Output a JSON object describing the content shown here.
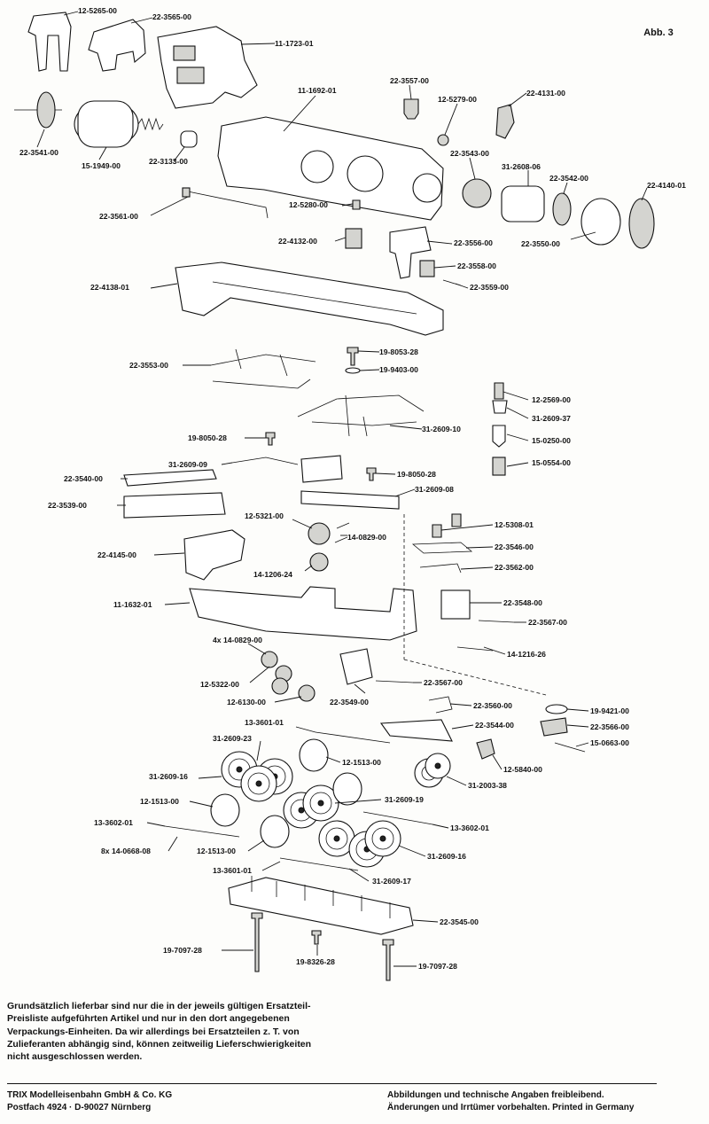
{
  "figure_label": "Abb. 3",
  "parts": [
    {
      "id": "p1",
      "label": "12-5265-00"
    },
    {
      "id": "p2",
      "label": "22-3565-00"
    },
    {
      "id": "p3",
      "label": "11-1723-01"
    },
    {
      "id": "p4",
      "label": "11-1692-01"
    },
    {
      "id": "p5",
      "label": "22-3557-00"
    },
    {
      "id": "p6",
      "label": "12-5279-00"
    },
    {
      "id": "p7",
      "label": "22-4131-00"
    },
    {
      "id": "p8",
      "label": "22-3541-00"
    },
    {
      "id": "p9",
      "label": "15-1949-00"
    },
    {
      "id": "p10",
      "label": "22-3133-00"
    },
    {
      "id": "p11",
      "label": "22-3543-00"
    },
    {
      "id": "p12",
      "label": "31-2608-06"
    },
    {
      "id": "p13",
      "label": "22-3542-00"
    },
    {
      "id": "p14",
      "label": "22-4140-01"
    },
    {
      "id": "p15",
      "label": "22-3561-00"
    },
    {
      "id": "p16",
      "label": "12-5280-00"
    },
    {
      "id": "p17",
      "label": "22-3550-00"
    },
    {
      "id": "p18",
      "label": "22-4132-00"
    },
    {
      "id": "p19",
      "label": "22-3556-00"
    },
    {
      "id": "p20",
      "label": "22-3558-00"
    },
    {
      "id": "p21",
      "label": "22-3559-00"
    },
    {
      "id": "p22",
      "label": "22-4138-01"
    },
    {
      "id": "p23",
      "label": "19-8053-28"
    },
    {
      "id": "p24",
      "label": "19-9403-00"
    },
    {
      "id": "p25",
      "label": "22-3553-00"
    },
    {
      "id": "p26",
      "label": "12-2569-00"
    },
    {
      "id": "p27",
      "label": "31-2609-37"
    },
    {
      "id": "p28",
      "label": "31-2609-10"
    },
    {
      "id": "p29",
      "label": "15-0250-00"
    },
    {
      "id": "p30",
      "label": "19-8050-28"
    },
    {
      "id": "p31",
      "label": "15-0554-00"
    },
    {
      "id": "p32",
      "label": "31-2609-09"
    },
    {
      "id": "p33",
      "label": "19-8050-28"
    },
    {
      "id": "p34",
      "label": "22-3540-00"
    },
    {
      "id": "p35",
      "label": "31-2609-08"
    },
    {
      "id": "p36",
      "label": "22-3539-00"
    },
    {
      "id": "p37",
      "label": "12-5321-00"
    },
    {
      "id": "p38",
      "label": "12-5308-01"
    },
    {
      "id": "p39",
      "label": "14-0829-00"
    },
    {
      "id": "p40",
      "label": "22-3546-00"
    },
    {
      "id": "p41",
      "label": "22-4145-00"
    },
    {
      "id": "p42",
      "label": "22-3562-00"
    },
    {
      "id": "p43",
      "label": "14-1206-24"
    },
    {
      "id": "p44",
      "label": "11-1632-01"
    },
    {
      "id": "p45",
      "label": "22-3548-00"
    },
    {
      "id": "p46",
      "label": "22-3567-00"
    },
    {
      "id": "p47",
      "label": "4x 14-0829-00"
    },
    {
      "id": "p48",
      "label": "14-1216-26"
    },
    {
      "id": "p49",
      "label": "12-5322-00"
    },
    {
      "id": "p50",
      "label": "22-3567-00"
    },
    {
      "id": "p51",
      "label": "12-6130-00"
    },
    {
      "id": "p52",
      "label": "22-3549-00"
    },
    {
      "id": "p53",
      "label": "22-3560-00"
    },
    {
      "id": "p54",
      "label": "19-9421-00"
    },
    {
      "id": "p55",
      "label": "13-3601-01"
    },
    {
      "id": "p56",
      "label": "22-3544-00"
    },
    {
      "id": "p57",
      "label": "22-3566-00"
    },
    {
      "id": "p58",
      "label": "31-2609-23"
    },
    {
      "id": "p59",
      "label": "15-0663-00"
    },
    {
      "id": "p60",
      "label": "12-1513-00"
    },
    {
      "id": "p61",
      "label": "12-5840-00"
    },
    {
      "id": "p62",
      "label": "31-2609-16"
    },
    {
      "id": "p63",
      "label": "31-2003-38"
    },
    {
      "id": "p64",
      "label": "12-1513-00"
    },
    {
      "id": "p65",
      "label": "31-2609-19"
    },
    {
      "id": "p66",
      "label": "13-3602-01"
    },
    {
      "id": "p67",
      "label": "13-3602-01"
    },
    {
      "id": "p68",
      "label": "8x 14-0668-08"
    },
    {
      "id": "p69",
      "label": "12-1513-00"
    },
    {
      "id": "p70",
      "label": "31-2609-16"
    },
    {
      "id": "p71",
      "label": "13-3601-01"
    },
    {
      "id": "p72",
      "label": "31-2609-17"
    },
    {
      "id": "p73",
      "label": "22-3545-00"
    },
    {
      "id": "p74",
      "label": "19-7097-28"
    },
    {
      "id": "p75",
      "label": "19-8326-28"
    },
    {
      "id": "p76",
      "label": "19-7097-28"
    }
  ],
  "availability_note": "Grundsätzlich lieferbar sind nur die in der jeweils gültigen Ersatzteil-Preisliste aufgeführten Artikel und nur in den dort angegebenen Verpackungs-Einheiten. Da wir allerdings bei Ersatzteilen z. T. von Zulieferanten abhängig sind, können zeitweilig Lieferschwierigkeiten nicht ausgeschlossen werden.",
  "footer": {
    "company_line1": "TRIX Modelleisenbahn GmbH & Co. KG",
    "company_line2": "Postfach 4924 · D-90027 Nürnberg",
    "disclaimer_line1": "Abbildungen und technische Angaben freibleibend.",
    "disclaimer_line2": "Änderungen und Irrtümer vorbehalten. Printed in Germany"
  }
}
